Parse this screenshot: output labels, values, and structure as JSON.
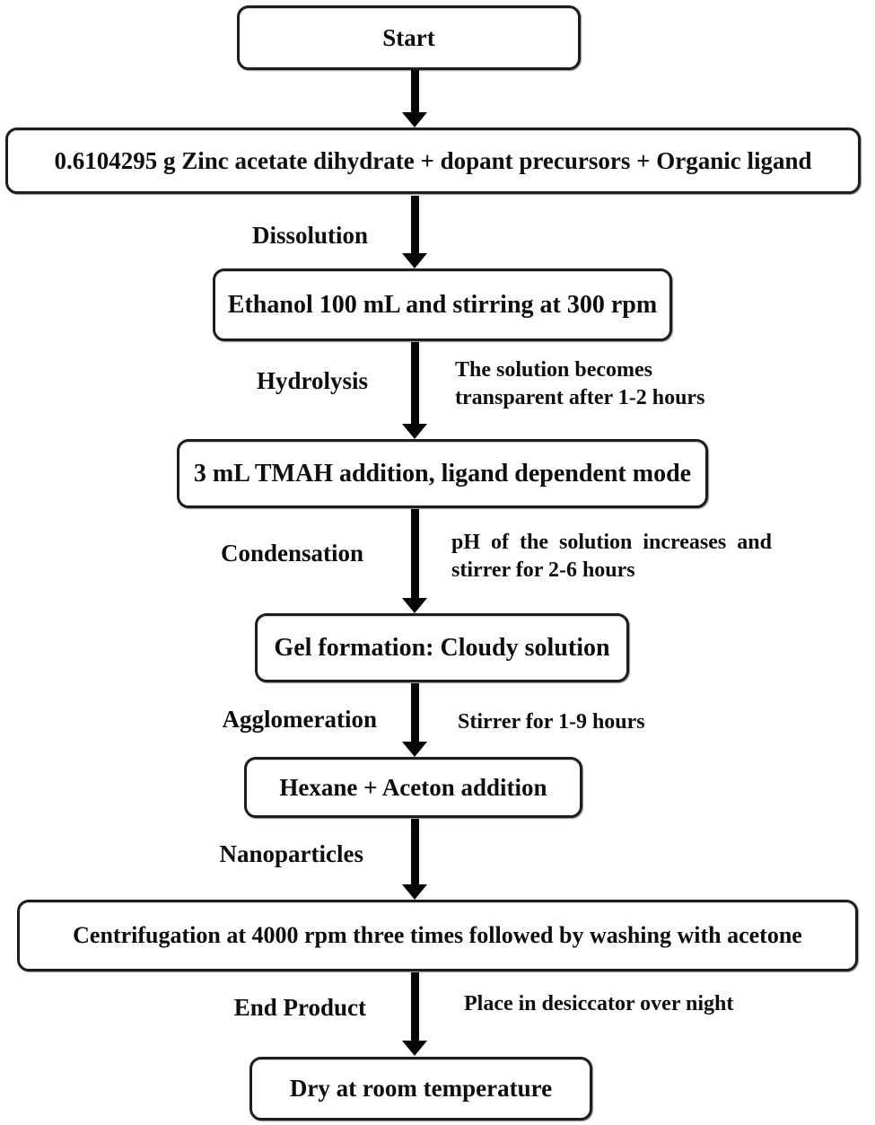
{
  "diagram": {
    "title": "Nanoparticle synthesis flowchart",
    "colors": {
      "background": "#ffffff",
      "box_fill": "#ffffff",
      "box_border": "#1d1d1d",
      "text": "#0e0e0e",
      "arrow": "#000000"
    },
    "nodes": [
      {
        "id": "start",
        "label": "Start"
      },
      {
        "id": "precursors",
        "label": "0.6104295 g Zinc acetate dihydrate + dopant precursors + Organic ligand"
      },
      {
        "id": "ethanol",
        "label": "Ethanol 100 mL and stirring at 300 rpm"
      },
      {
        "id": "tmah",
        "label": "3 mL TMAH addition, ligand dependent mode"
      },
      {
        "id": "gel",
        "label": "Gel formation: Cloudy solution"
      },
      {
        "id": "hexane",
        "label": "Hexane + Aceton addition"
      },
      {
        "id": "centrifugation",
        "label": "Centrifugation at 4000 rpm three times followed by washing with acetone"
      },
      {
        "id": "dry",
        "label": "Dry at room temperature"
      }
    ],
    "edges": [
      {
        "from": "start",
        "to": "precursors",
        "label": "",
        "note_lines": []
      },
      {
        "from": "precursors",
        "to": "ethanol",
        "label": "Dissolution",
        "note_lines": []
      },
      {
        "from": "ethanol",
        "to": "tmah",
        "label": "Hydrolysis",
        "note_lines": [
          "The solution becomes",
          "transparent after 1-2 hours"
        ]
      },
      {
        "from": "tmah",
        "to": "gel",
        "label": "Condensation",
        "note_lines": [
          "pH of the solution increases and",
          "stirrer for 2-6 hours"
        ]
      },
      {
        "from": "gel",
        "to": "hexane",
        "label": "Agglomeration",
        "note_lines": [
          "Stirrer for 1-9 hours"
        ]
      },
      {
        "from": "hexane",
        "to": "centrifugation",
        "label": "Nanoparticles",
        "note_lines": []
      },
      {
        "from": "centrifugation",
        "to": "dry",
        "label": "End Product",
        "note_lines": [
          "Place in desiccator over night"
        ]
      }
    ]
  }
}
